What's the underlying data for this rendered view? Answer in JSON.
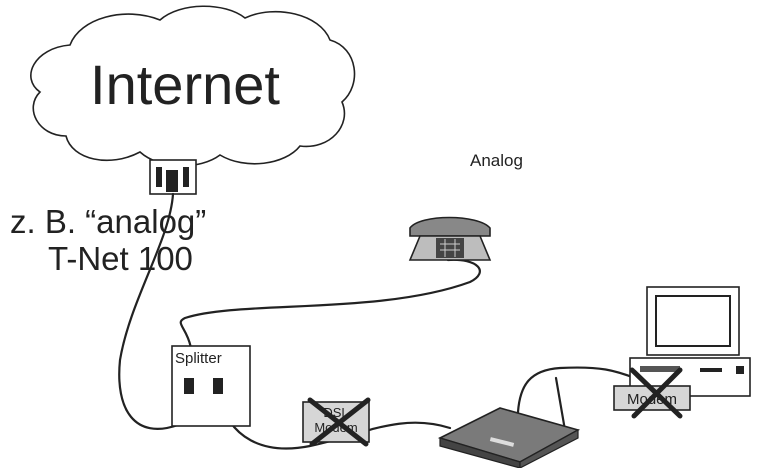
{
  "labels": {
    "cloud": "Internet",
    "analog": "Analog",
    "line_type_1": "z. B. “analog”",
    "line_type_2": "T-Net 100",
    "splitter": "Splitter",
    "dsl_modem_1": "DSL",
    "dsl_modem_2": "Modem",
    "pc_modem": "Modem"
  },
  "colors": {
    "ink": "#222222",
    "paper": "#ffffff",
    "shade": "#bdbdbd"
  },
  "icons": {
    "cloud": "internet-cloud-icon",
    "wall_socket": "wall-socket-icon",
    "telephone": "telephone-icon",
    "router": "dsl-router-icon",
    "computer": "desktop-computer-icon",
    "cross": "cross-out-icon"
  }
}
